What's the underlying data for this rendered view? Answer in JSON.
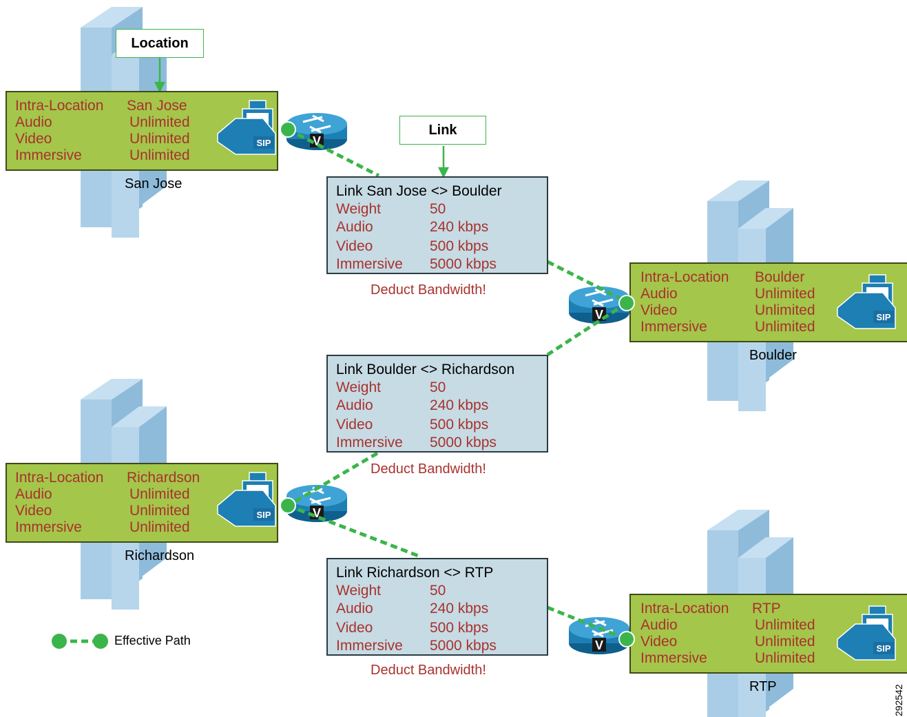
{
  "callouts": {
    "location": "Location",
    "link": "Link"
  },
  "locations": [
    {
      "id": "sanjose",
      "name": "San Jose",
      "rows": [
        [
          "Intra-Location",
          "San Jose"
        ],
        [
          "Audio",
          "Unlimited"
        ],
        [
          "Video",
          "Unlimited"
        ],
        [
          "Immersive",
          "Unlimited"
        ]
      ],
      "phone_badge": "SIP",
      "router_badge": "V"
    },
    {
      "id": "boulder",
      "name": "Boulder",
      "rows": [
        [
          "Intra-Location",
          "Boulder"
        ],
        [
          "Audio",
          "Unlimited"
        ],
        [
          "Video",
          "Unlimited"
        ],
        [
          "Immersive",
          "Unlimited"
        ]
      ],
      "phone_badge": "SIP",
      "router_badge": "V"
    },
    {
      "id": "richardson",
      "name": "Richardson",
      "rows": [
        [
          "Intra-Location",
          "Richardson"
        ],
        [
          "Audio",
          "Unlimited"
        ],
        [
          "Video",
          "Unlimited"
        ],
        [
          "Immersive",
          "Unlimited"
        ]
      ],
      "phone_badge": "SIP",
      "router_badge": "V"
    },
    {
      "id": "rtp",
      "name": "RTP",
      "rows": [
        [
          "Intra-Location",
          "RTP"
        ],
        [
          "Audio",
          "Unlimited"
        ],
        [
          "Video",
          "Unlimited"
        ],
        [
          "Immersive",
          "Unlimited"
        ]
      ],
      "phone_badge": "SIP",
      "router_badge": "V"
    }
  ],
  "links": [
    {
      "title": "Link San Jose <> Boulder",
      "rows": [
        [
          "Weight",
          "50"
        ],
        [
          "Audio",
          "240 kbps"
        ],
        [
          "Video",
          "500 kbps"
        ],
        [
          "Immersive",
          "5000 kbps"
        ]
      ],
      "note": "Deduct Bandwidth!"
    },
    {
      "title": "Link Boulder <> Richardson",
      "rows": [
        [
          "Weight",
          "50"
        ],
        [
          "Audio",
          "240 kbps"
        ],
        [
          "Video",
          "500 kbps"
        ],
        [
          "Immersive",
          "5000 kbps"
        ]
      ],
      "note": "Deduct Bandwidth!"
    },
    {
      "title": "Link Richardson <> RTP",
      "rows": [
        [
          "Weight",
          "50"
        ],
        [
          "Audio",
          "240 kbps"
        ],
        [
          "Video",
          "500 kbps"
        ],
        [
          "Immersive",
          "5000 kbps"
        ]
      ],
      "note": "Deduct Bandwidth!"
    }
  ],
  "legend": {
    "label": "Effective Path"
  },
  "figure_id": "292542",
  "colors": {
    "location_box": "#a4c64a",
    "link_box": "#c6dbe4",
    "red_text": "#a8322d",
    "path_green": "#3bb54a",
    "building": "#a9cde6",
    "router": "#1d7fb3"
  }
}
